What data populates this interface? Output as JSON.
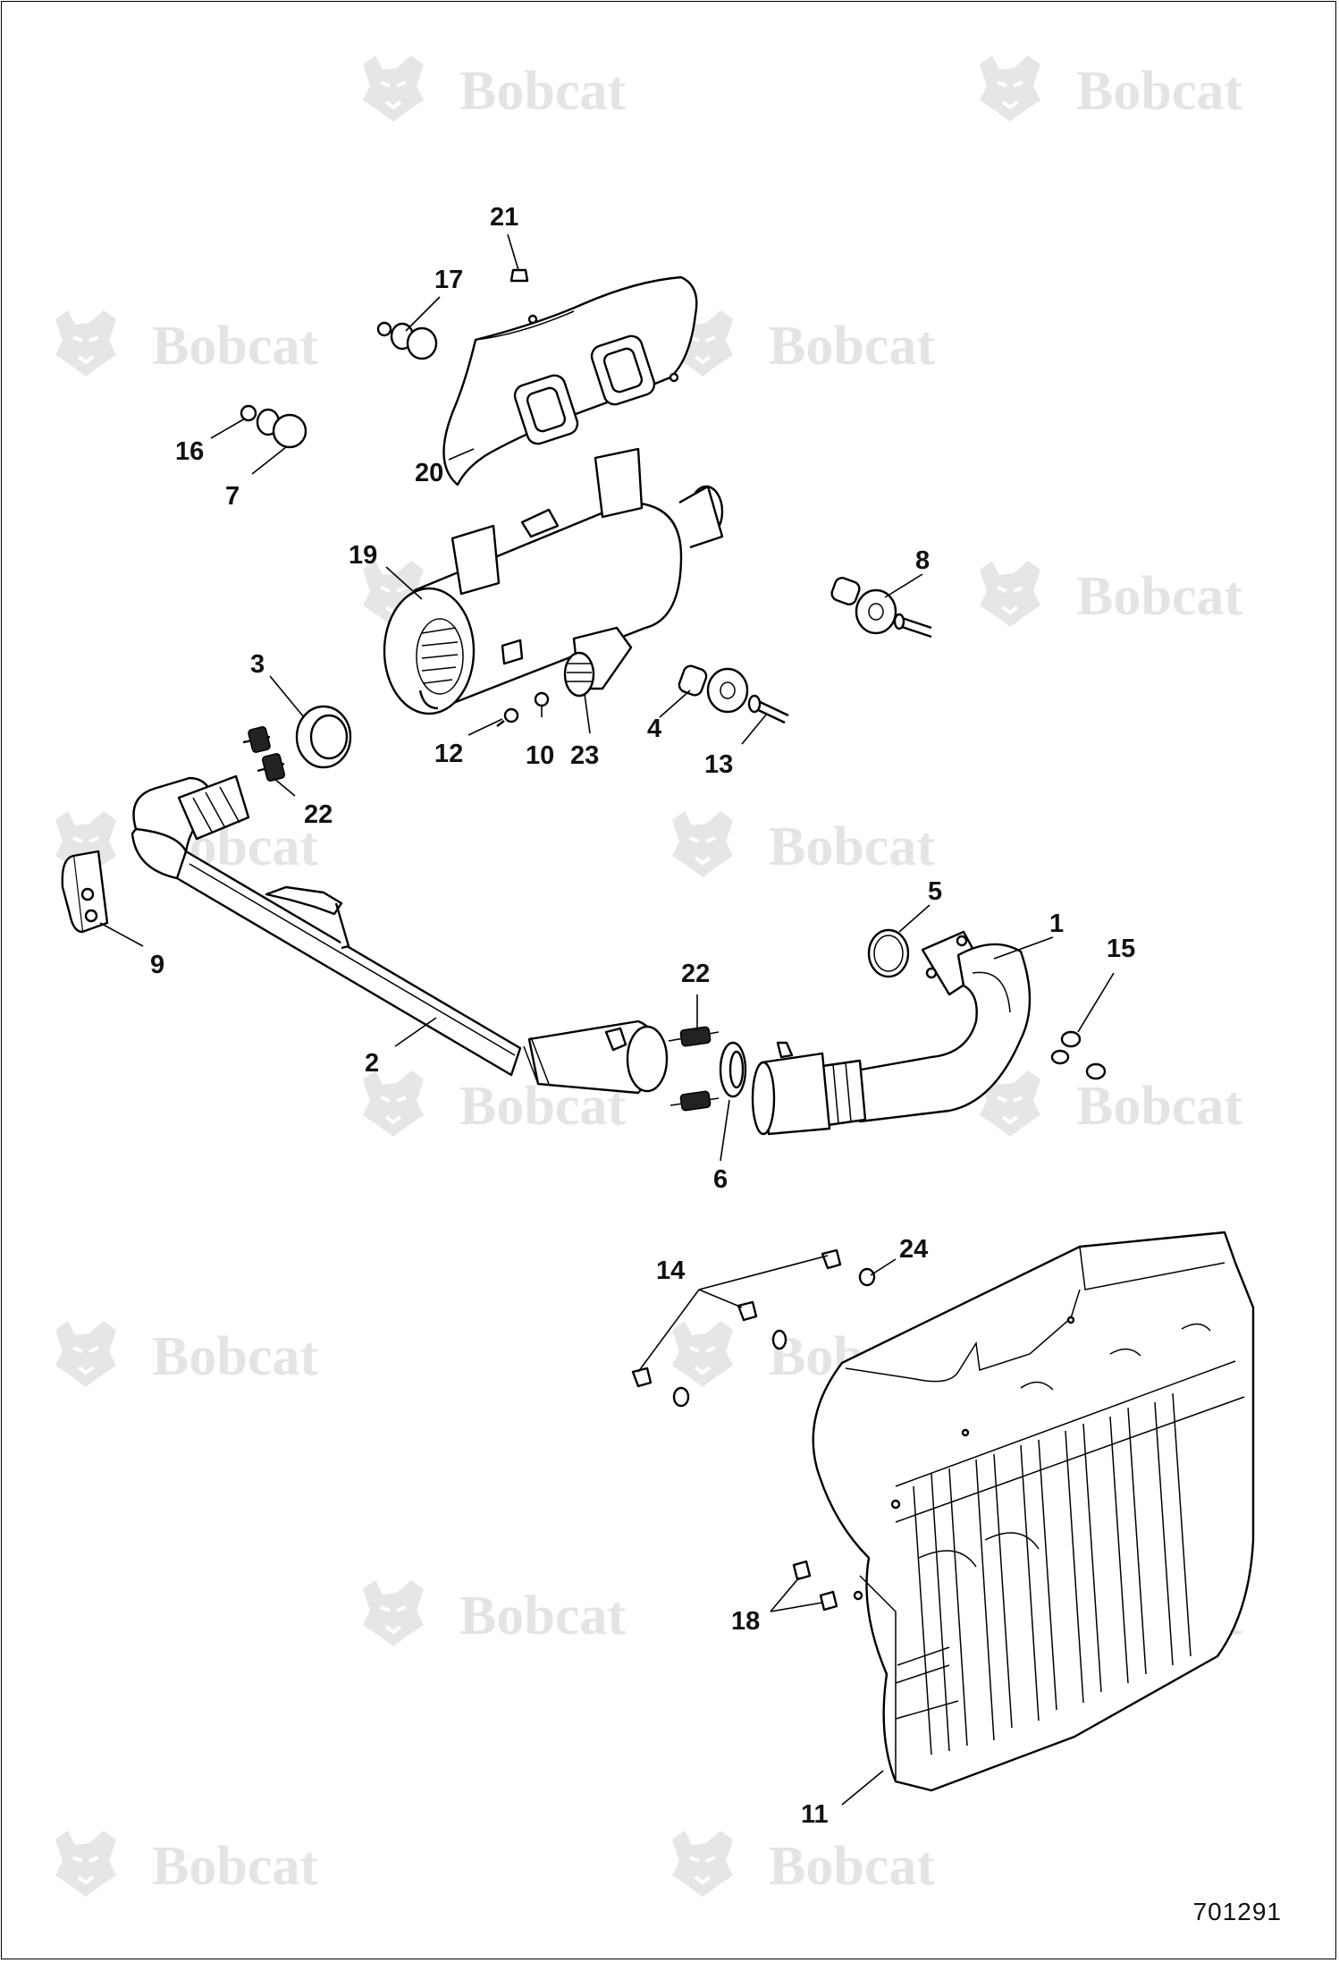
{
  "watermark": {
    "brand": "Bobcat"
  },
  "drawing_number": "701291",
  "callouts": [
    {
      "id": "c1",
      "label": "1"
    },
    {
      "id": "c2",
      "label": "2"
    },
    {
      "id": "c3",
      "label": "3"
    },
    {
      "id": "c4",
      "label": "4"
    },
    {
      "id": "c5",
      "label": "5"
    },
    {
      "id": "c6",
      "label": "6"
    },
    {
      "id": "c7",
      "label": "7"
    },
    {
      "id": "c8",
      "label": "8"
    },
    {
      "id": "c9",
      "label": "9"
    },
    {
      "id": "c10",
      "label": "10"
    },
    {
      "id": "c11",
      "label": "11"
    },
    {
      "id": "c12",
      "label": "12"
    },
    {
      "id": "c13",
      "label": "13"
    },
    {
      "id": "c14",
      "label": "14"
    },
    {
      "id": "c15",
      "label": "15"
    },
    {
      "id": "c16",
      "label": "16"
    },
    {
      "id": "c17",
      "label": "17"
    },
    {
      "id": "c18",
      "label": "18"
    },
    {
      "id": "c19",
      "label": "19"
    },
    {
      "id": "c20",
      "label": "20"
    },
    {
      "id": "c21",
      "label": "21"
    },
    {
      "id": "c22a",
      "label": "22"
    },
    {
      "id": "c22b",
      "label": "22"
    },
    {
      "id": "c23",
      "label": "23"
    },
    {
      "id": "c24",
      "label": "24"
    }
  ]
}
